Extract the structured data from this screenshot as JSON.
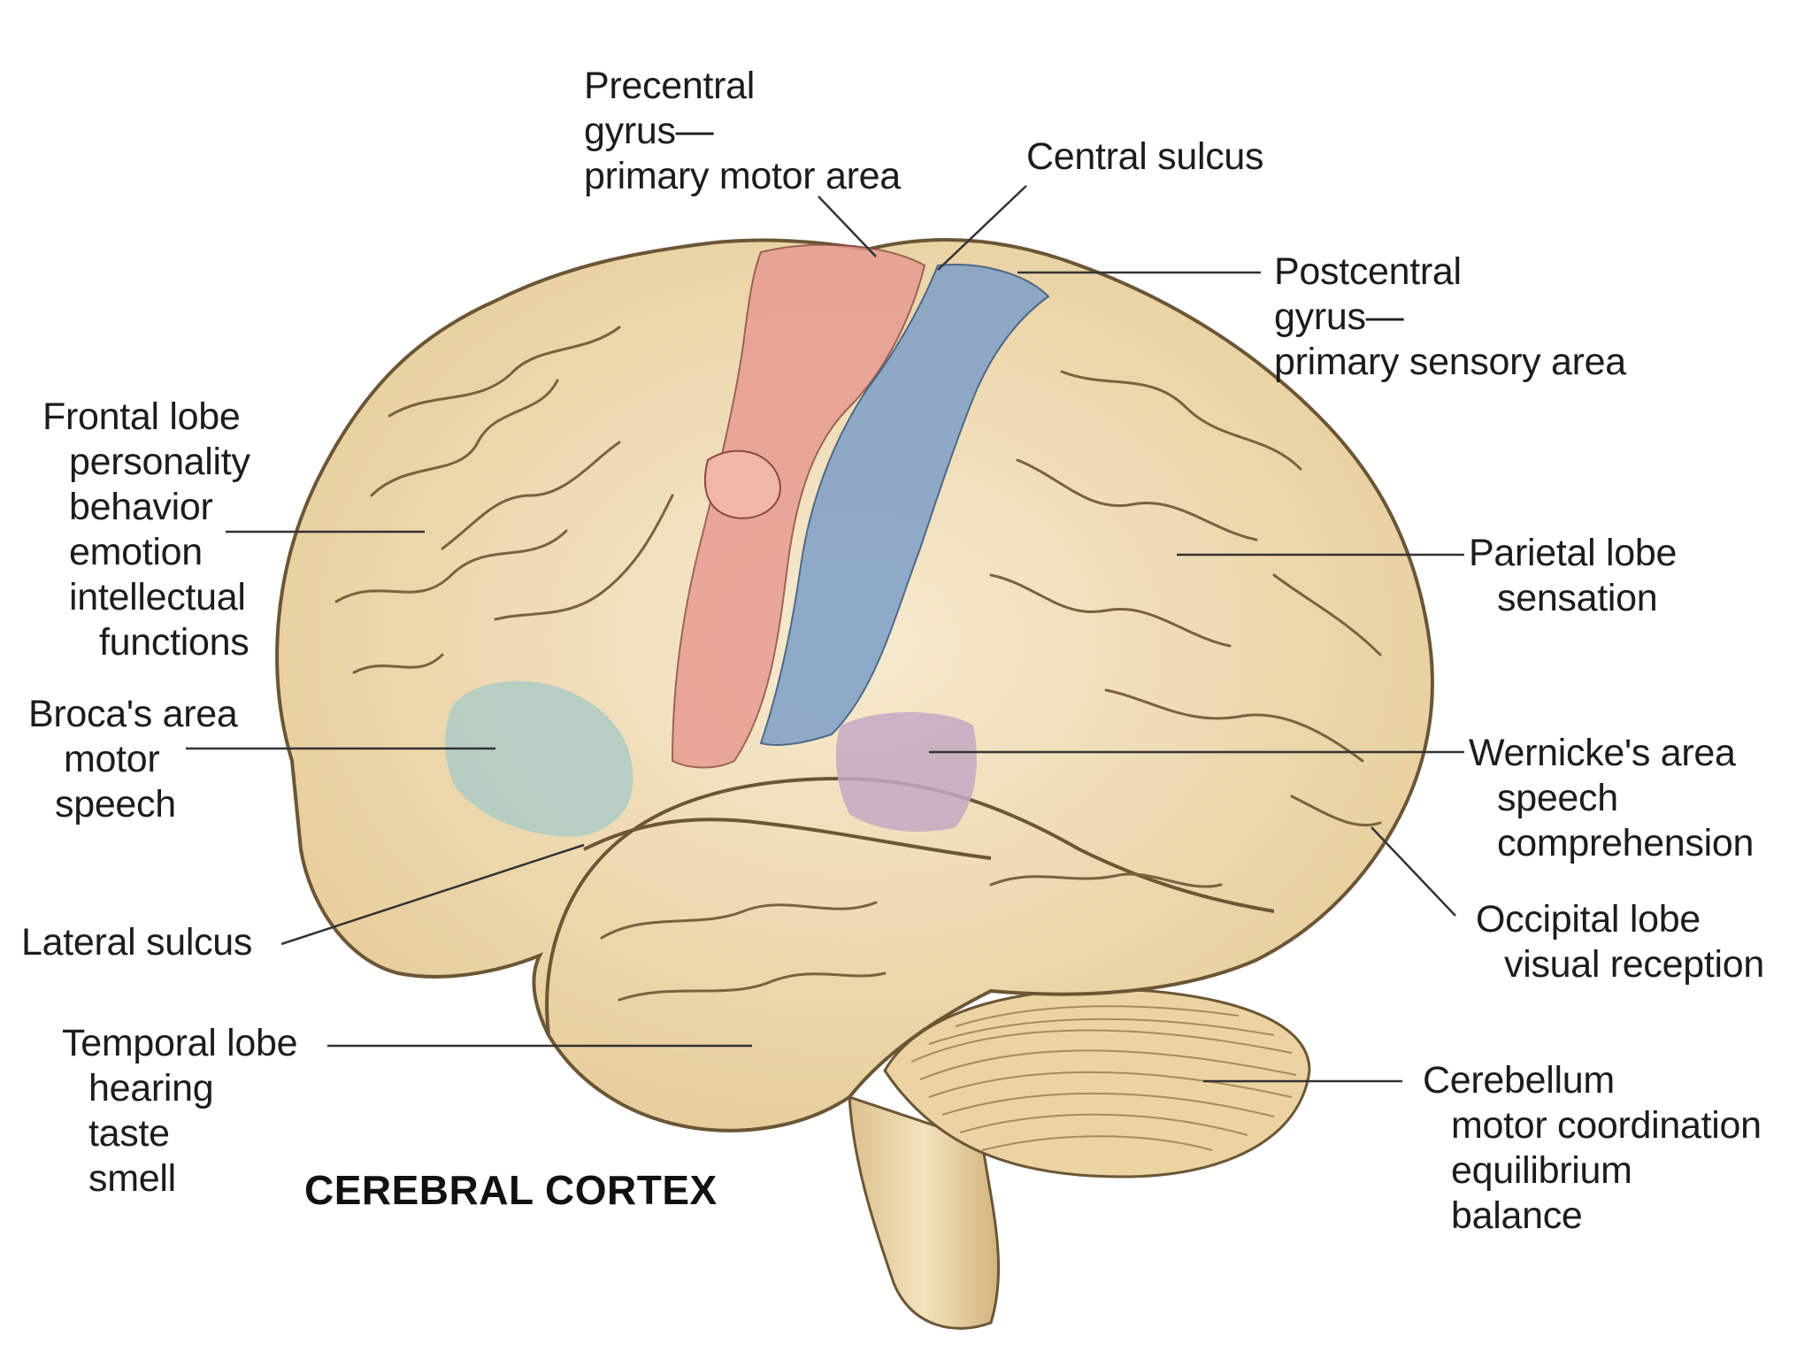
{
  "caption": "CEREBRAL CORTEX",
  "labels": {
    "precentral": {
      "lines": [
        "Precentral",
        "gyrus—",
        "primary motor area"
      ]
    },
    "central_sulcus": {
      "lines": [
        "Central sulcus"
      ]
    },
    "postcentral": {
      "lines": [
        "Postcentral",
        "gyrus—",
        "primary sensory area"
      ]
    },
    "frontal": {
      "lines": [
        "Frontal lobe",
        "personality",
        "behavior",
        "emotion",
        "intellectual",
        "functions"
      ]
    },
    "parietal": {
      "lines": [
        "Parietal lobe",
        "sensation"
      ]
    },
    "broca": {
      "lines": [
        "Broca's area",
        "motor",
        "speech"
      ]
    },
    "wernicke": {
      "lines": [
        "Wernicke's area",
        "speech",
        "comprehension"
      ]
    },
    "lateral_sulcus": {
      "lines": [
        "Lateral sulcus"
      ]
    },
    "occipital": {
      "lines": [
        "Occipital lobe",
        "visual reception"
      ]
    },
    "temporal": {
      "lines": [
        "Temporal lobe",
        "hearing",
        "taste",
        "smell"
      ]
    },
    "cerebellum": {
      "lines": [
        "Cerebellum",
        "motor coordination",
        "equilibrium",
        "balance"
      ]
    }
  },
  "colors": {
    "brain_fill": "#f2dfb6",
    "brain_outline": "#6b5636",
    "motor_area": "#e79a92",
    "sensory_area": "#7e9fc8",
    "broca_area": "#a9cbc6",
    "wernicke_area": "#c3a9c3",
    "leader_line": "#333333"
  }
}
